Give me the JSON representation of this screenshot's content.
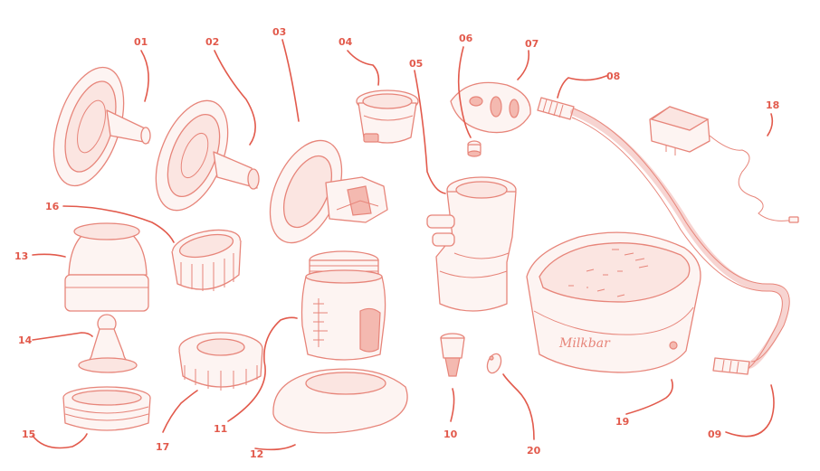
{
  "accent": "#e25a4c",
  "part_color": "#e7857a",
  "labels": [
    "01",
    "02",
    "03",
    "04",
    "05",
    "06",
    "07",
    "08",
    "09",
    "10",
    "11",
    "12",
    "13",
    "14",
    "15",
    "16",
    "17",
    "18",
    "19",
    "20"
  ],
  "brand_text": "Milkbar"
}
